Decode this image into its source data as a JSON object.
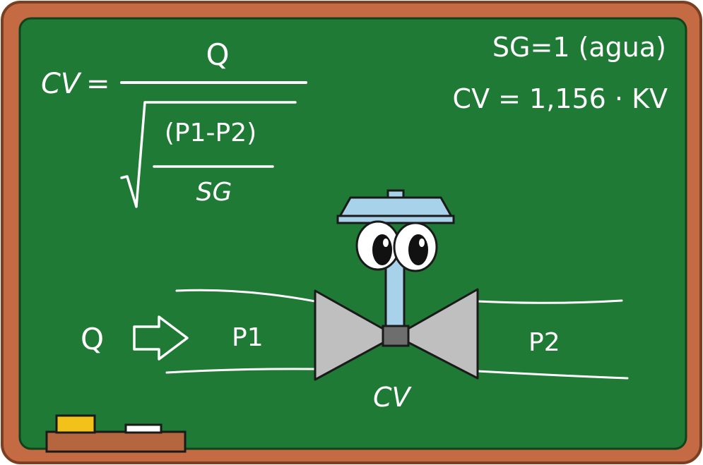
{
  "colors": {
    "frame": "#c46b43",
    "frame_edge": "#7a3e22",
    "board": "#1f7a35",
    "chalk": "#ffffff",
    "valve_body": "#bfbfbf",
    "valve_center": "#6e6e6e",
    "actuator": "#a8d2ea",
    "chalk_yellow": "#f2c21a",
    "tray": "#b5663f"
  },
  "formula": {
    "lhs": "CV",
    "eq": "=",
    "numerator": "Q",
    "inner_numerator": "(P1-P2)",
    "inner_denominator": "SG"
  },
  "notes": {
    "line1": "SG=1 (agua)",
    "line2": "CV = 1,156 · KV"
  },
  "diagram": {
    "flow_label": "Q",
    "inlet_label": "P1",
    "outlet_label": "P2",
    "valve_label": "CV"
  },
  "icons": {
    "flow": "flow-arrow-icon",
    "root": "square-root-icon",
    "valve": "control-valve-icon",
    "eyes": "cartoon-eyes-icon"
  }
}
